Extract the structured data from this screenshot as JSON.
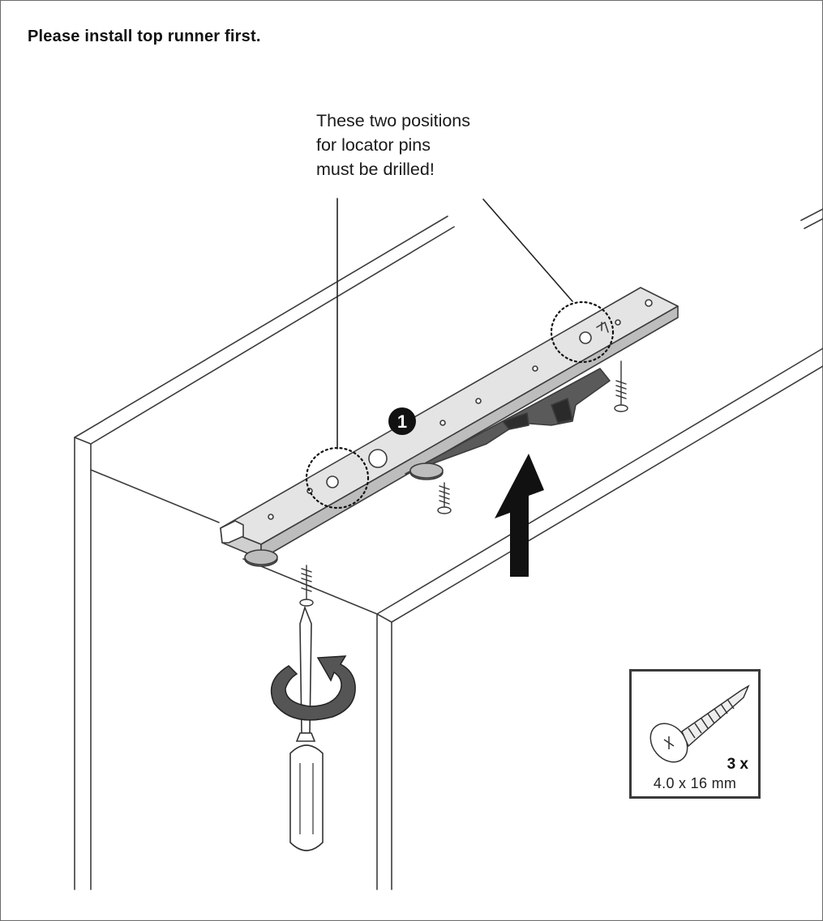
{
  "instruction": "Please install top runner first.",
  "callout": {
    "line1": "These two positions",
    "line2": "for locator pins",
    "line3": "must be drilled!"
  },
  "step_marker": "1",
  "screw_box": {
    "quantity": "3 x",
    "size": "4.0 x 16 mm"
  },
  "icons": [
    "screwdriver-icon",
    "rotate-arrow-icon",
    "up-arrow-icon",
    "screw-icon"
  ]
}
